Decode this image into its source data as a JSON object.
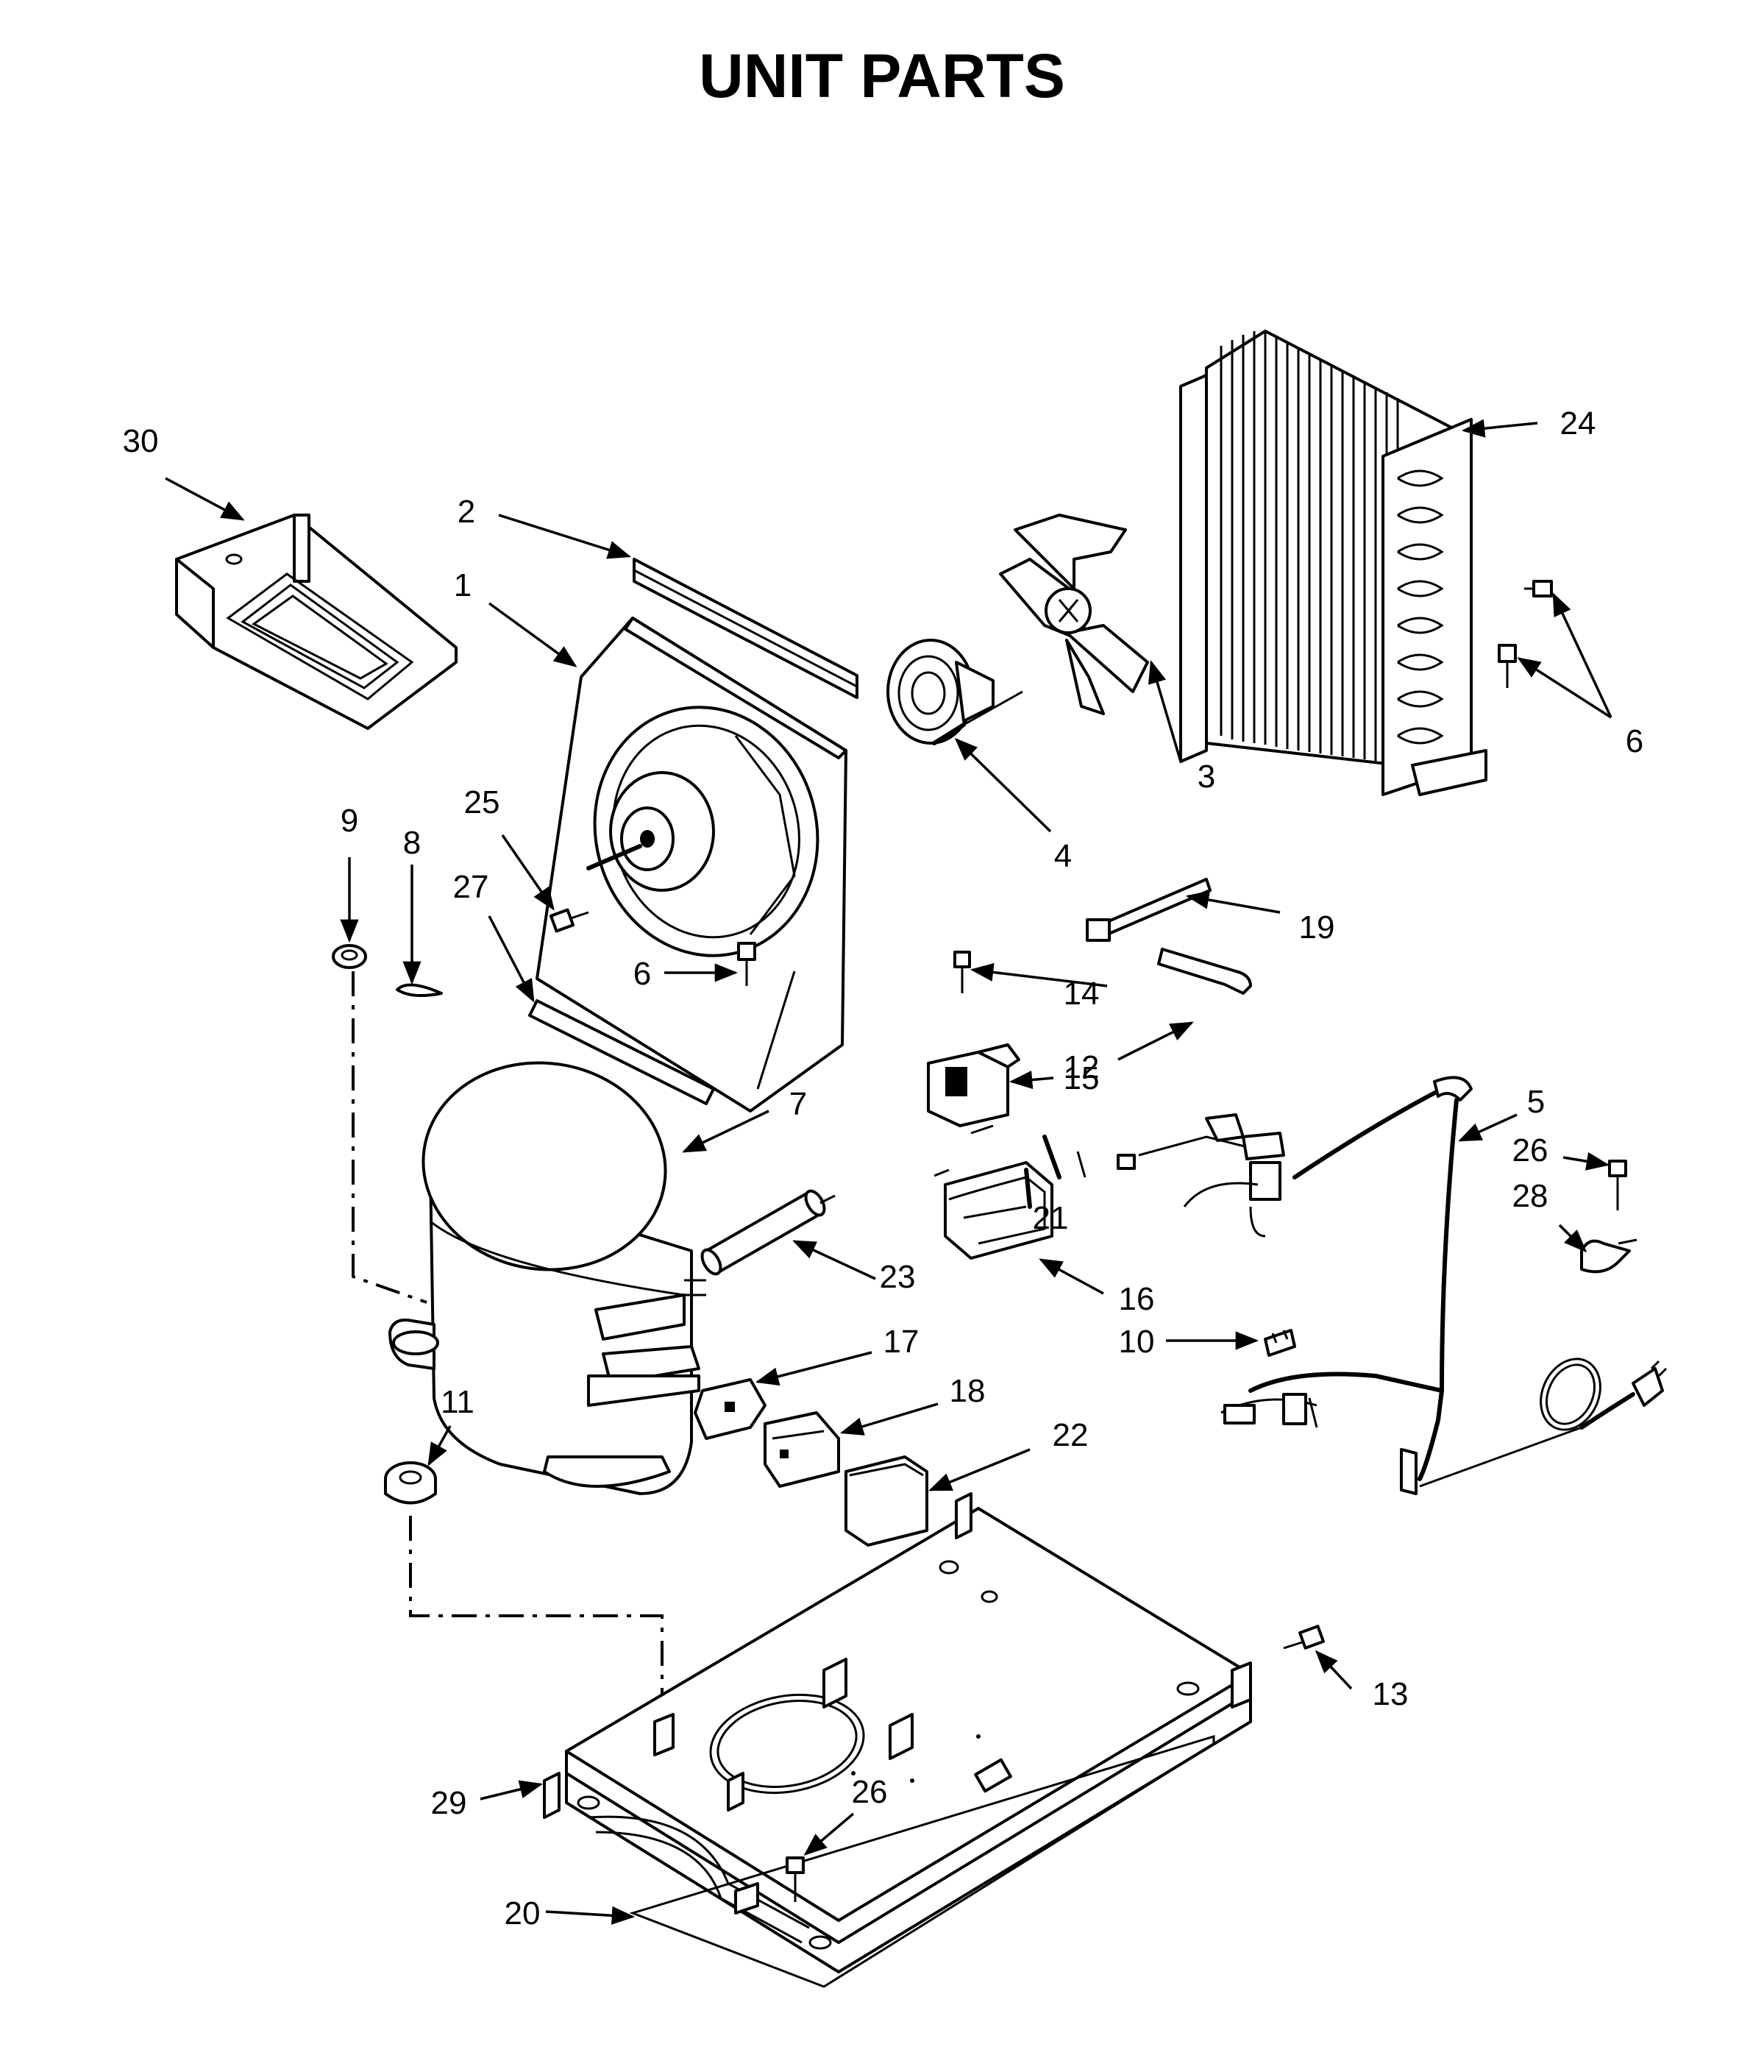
{
  "title": "UNIT PARTS",
  "callouts": {
    "c1": "1",
    "c2": "2",
    "c3": "3",
    "c4": "4",
    "c5": "5",
    "c6a": "6",
    "c6b": "6",
    "c7": "7",
    "c8": "8",
    "c9": "9",
    "c10": "10",
    "c11": "11",
    "c12": "12",
    "c13": "13",
    "c14": "14",
    "c15": "15",
    "c16": "16",
    "c17": "17",
    "c18": "18",
    "c19": "19",
    "c20": "20",
    "c21": "21",
    "c22": "22",
    "c23": "23",
    "c24": "24",
    "c25": "25",
    "c26a": "26",
    "c26b": "26",
    "c27": "27",
    "c28": "28",
    "c29": "29",
    "c30": "30"
  }
}
